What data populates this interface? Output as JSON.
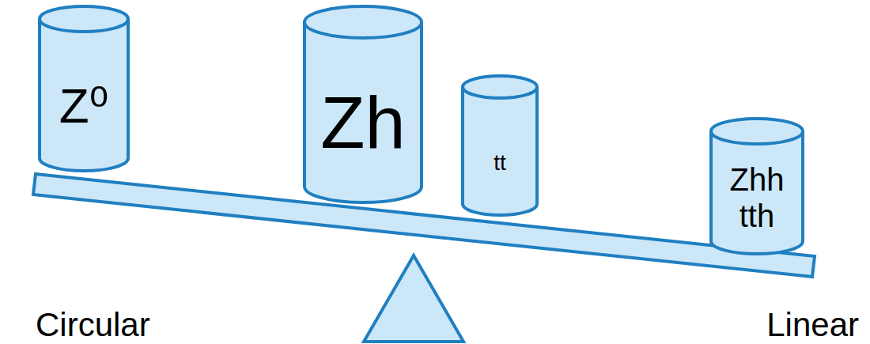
{
  "diagram": {
    "nodes": [
      {
        "text": [
          "Z⁰"
        ]
      },
      {
        "text": [
          "Zh"
        ]
      },
      {
        "text": [
          "tt"
        ]
      },
      {
        "text": [
          "Zhh tth"
        ]
      }
    ],
    "labels": [
      "Circular",
      "Linear"
    ]
  }
}
